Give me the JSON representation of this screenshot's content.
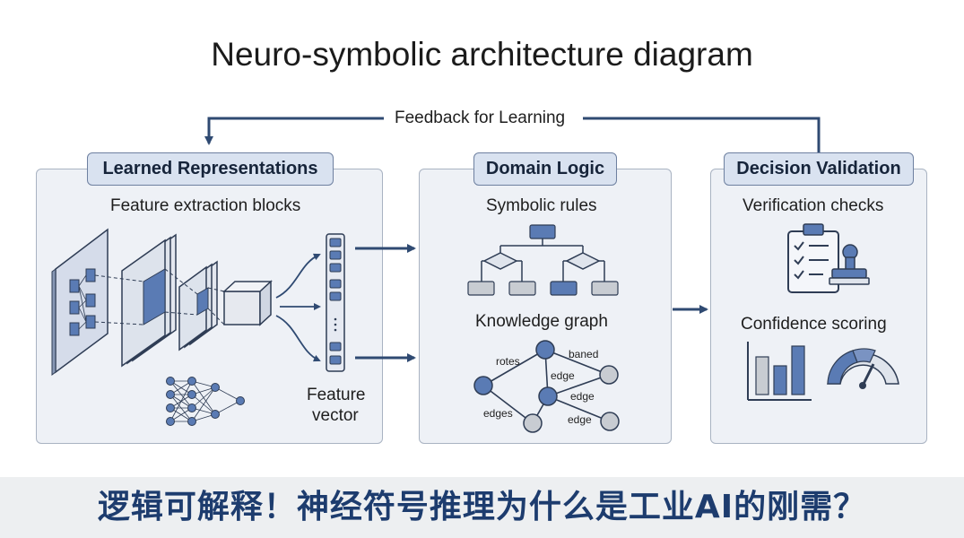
{
  "title": "Neuro-symbolic architecture diagram",
  "feedback_label": "Feedback for Learning",
  "panels": {
    "learned": {
      "heading": "Learned Representations",
      "subtitle": "Feature extraction blocks",
      "feature_vector_line1": "Feature",
      "feature_vector_line2": "vector"
    },
    "domain": {
      "heading": "Domain Logic",
      "symbolic_rules": "Symbolic rules",
      "knowledge_graph": "Knowledge graph",
      "graph_labels": {
        "rotes": "rotes",
        "baned": "baned",
        "edge1": "edge",
        "edge2": "edge",
        "edges": "edges",
        "edge3": "edge"
      }
    },
    "decision": {
      "heading": "Decision Validation",
      "verification": "Verification checks",
      "confidence": "Confidence scoring"
    }
  },
  "banner": "逻辑可解释！神经符号推理为什么是工业AI的刚需？",
  "colors": {
    "accent": "#2f4a72",
    "panel_bg": "#eef1f6",
    "head_bg": "#d9e2f0",
    "node_fill": "#5a7bb4",
    "node_gray": "#c8ccd2"
  }
}
